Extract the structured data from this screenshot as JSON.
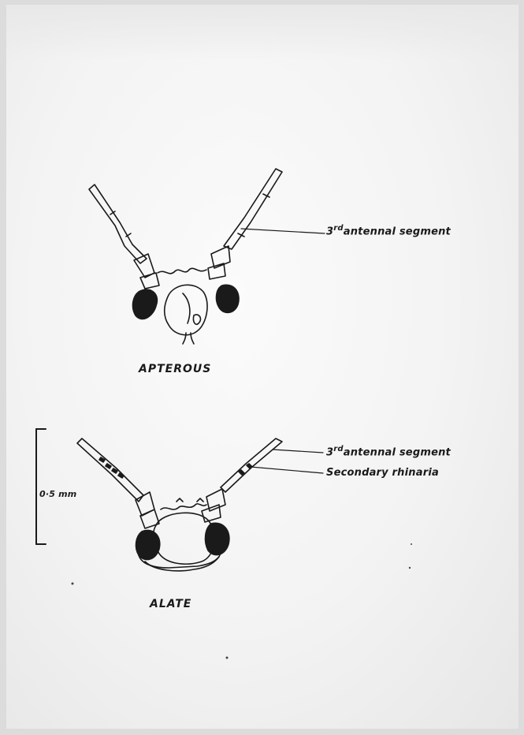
{
  "apterous": {
    "label": "APTEROUS",
    "annotation_prefix": "3",
    "annotation_sup": "rd",
    "annotation_text": "antennal segment"
  },
  "alate": {
    "label": "ALATE",
    "annotation_prefix": "3",
    "annotation_sup": "rd",
    "annotation_text": "antennal segment",
    "annotation_rhinaria": "Secondary rhinaria"
  },
  "scale_bar": {
    "label": "0·5 mm"
  },
  "colors": {
    "ink": "#1a1a1a",
    "paper": "#f6f6f6"
  }
}
